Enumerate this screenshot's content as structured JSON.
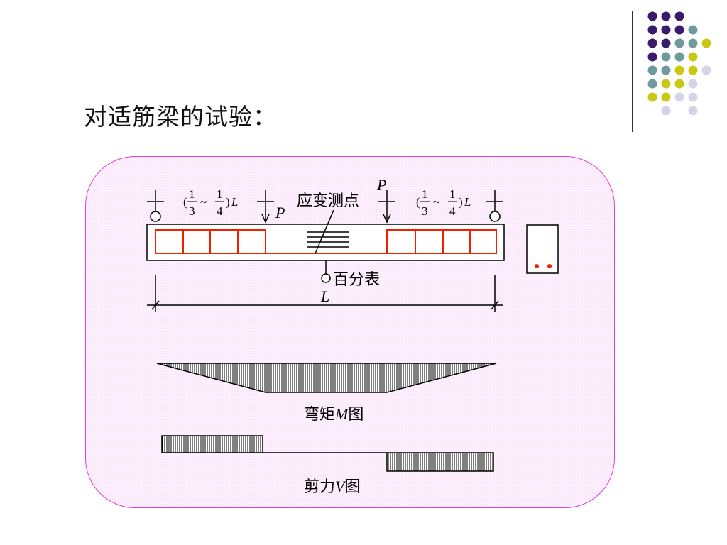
{
  "slide": {
    "title": "对适筋梁的试验："
  },
  "decoration": {
    "dot_colors": [
      "#3a1a6b",
      "#6e9a9c",
      "#c9c914",
      "#d4d4e8"
    ]
  },
  "diagram": {
    "span_frac": {
      "lparen": "(",
      "num1": "1",
      "den1": "3",
      "tilde": "~",
      "num2": "1",
      "den2": "4",
      "rparen": ")",
      "L": "L"
    },
    "load_label": "P",
    "strain_label": "应变测点",
    "dial_label": "百分表",
    "length_label": "L",
    "moment_caption": {
      "pre": "弯矩",
      "symbol": "M",
      "post": "图"
    },
    "shear_caption": {
      "pre": "剪力",
      "symbol": "V",
      "post": "图"
    },
    "colors": {
      "rebar": "#ee2200",
      "outline": "#000000",
      "hatch": "#000000",
      "frame": "#e040d8",
      "frame_fill": "#fdeffd"
    }
  }
}
